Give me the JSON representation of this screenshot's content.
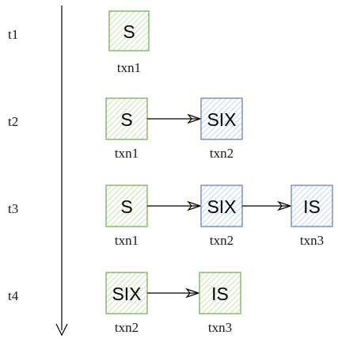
{
  "colors": {
    "shared_lock_stroke": "#82b366",
    "shared_lock_hatch": "#b9dca0",
    "intention_lock_stroke": "#6c8ebf",
    "intention_lock_hatch": "#b4c9e6",
    "line": "#000000"
  },
  "rows": [
    {
      "time": "t1",
      "locks": [
        {
          "mode": "S",
          "txn": "txn1",
          "kind": "shared"
        }
      ]
    },
    {
      "time": "t2",
      "locks": [
        {
          "mode": "S",
          "txn": "txn1",
          "kind": "shared"
        },
        {
          "mode": "SIX",
          "txn": "txn2",
          "kind": "intention"
        }
      ]
    },
    {
      "time": "t3",
      "locks": [
        {
          "mode": "S",
          "txn": "txn1",
          "kind": "shared"
        },
        {
          "mode": "SIX",
          "txn": "txn2",
          "kind": "intention"
        },
        {
          "mode": "IS",
          "txn": "txn3",
          "kind": "intention"
        }
      ]
    },
    {
      "time": "t4",
      "locks": [
        {
          "mode": "SIX",
          "txn": "txn2",
          "kind": "shared"
        },
        {
          "mode": "IS",
          "txn": "txn3",
          "kind": "shared"
        }
      ]
    }
  ]
}
